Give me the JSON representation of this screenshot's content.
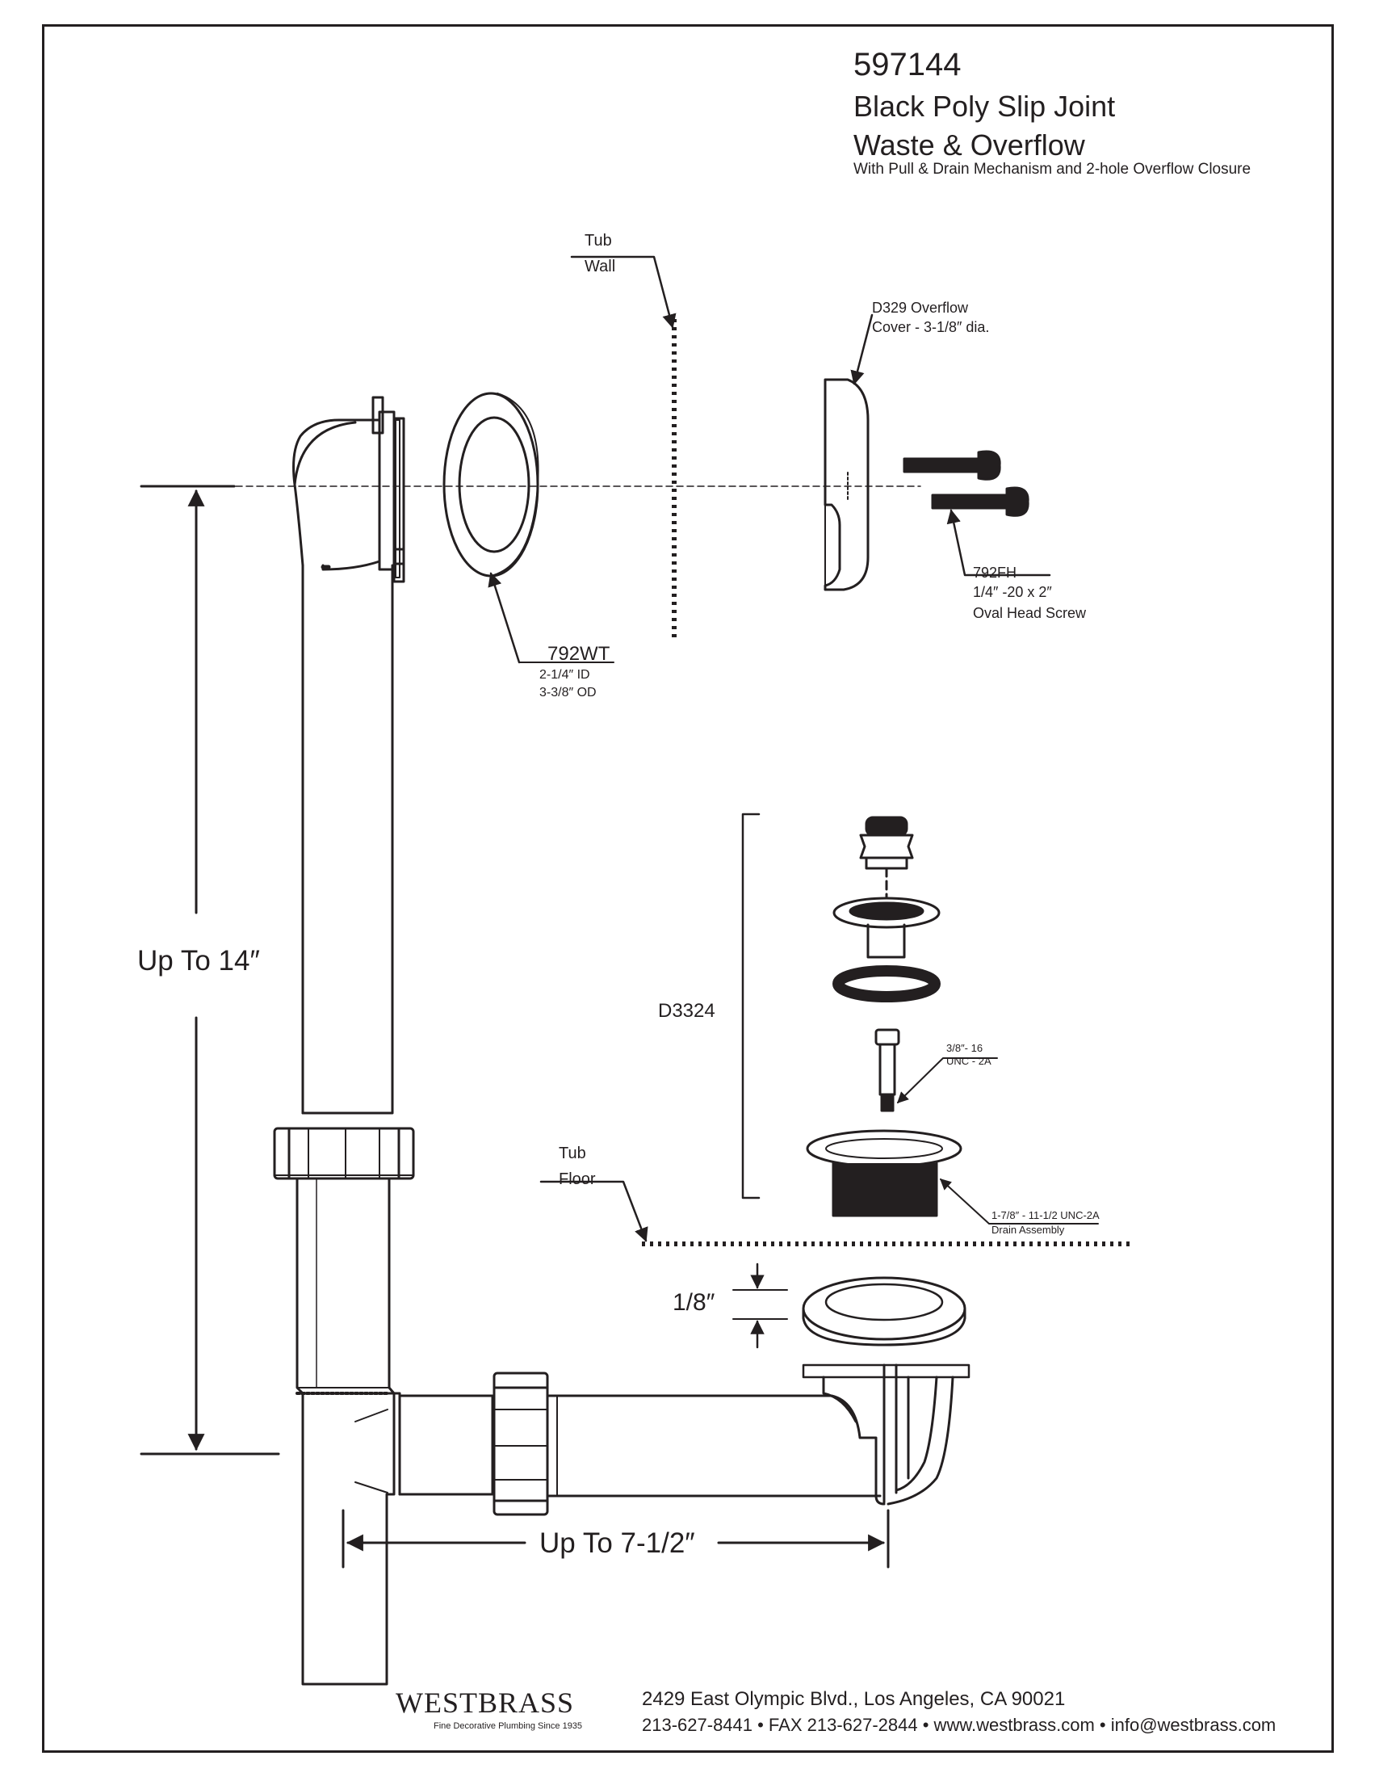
{
  "header": {
    "model_number": "597144",
    "title_line1": "Black Poly Slip Joint",
    "title_line2": "Waste & Overflow",
    "subtitle": "With Pull & Drain Mechanism and 2-hole Overflow Closure"
  },
  "labels": {
    "tub_wall_line1": "Tub",
    "tub_wall_line2": "Wall",
    "tub_floor_line1": "Tub",
    "tub_floor_line2": "Floor",
    "overflow_cover_line1": "D329 Overflow",
    "overflow_cover_line2": "Cover - 3-1/8″ dia.",
    "washer_code": "792WT",
    "washer_id": "2-1/4″ ID",
    "washer_od": "3-3/8″ OD",
    "screw_code": "792FH",
    "screw_size": "1/4″ -20 x 2″",
    "screw_desc": "Oval Head Screw",
    "drain_kit_code": "D3324",
    "thread_spec_line1": "3/8″- 16",
    "thread_spec_line2": "UNC - 2A",
    "drain_thread_line1": "1-7/8″ - 11-1/2 UNC-2A",
    "drain_thread_line2": "Drain Assembly"
  },
  "dimensions": {
    "vertical": "Up To 14″",
    "horizontal": "Up To 7-1/2″",
    "gasket_thickness": "1/8″"
  },
  "footer": {
    "brand": "WESTBRASS",
    "tagline": "Fine Decorative Plumbing Since 1935",
    "address": "2429 East Olympic Blvd., Los Angeles, CA  90021",
    "contact": "213-627-8441 • FAX 213-627-2844 • www.westbrass.com • info@westbrass.com"
  }
}
